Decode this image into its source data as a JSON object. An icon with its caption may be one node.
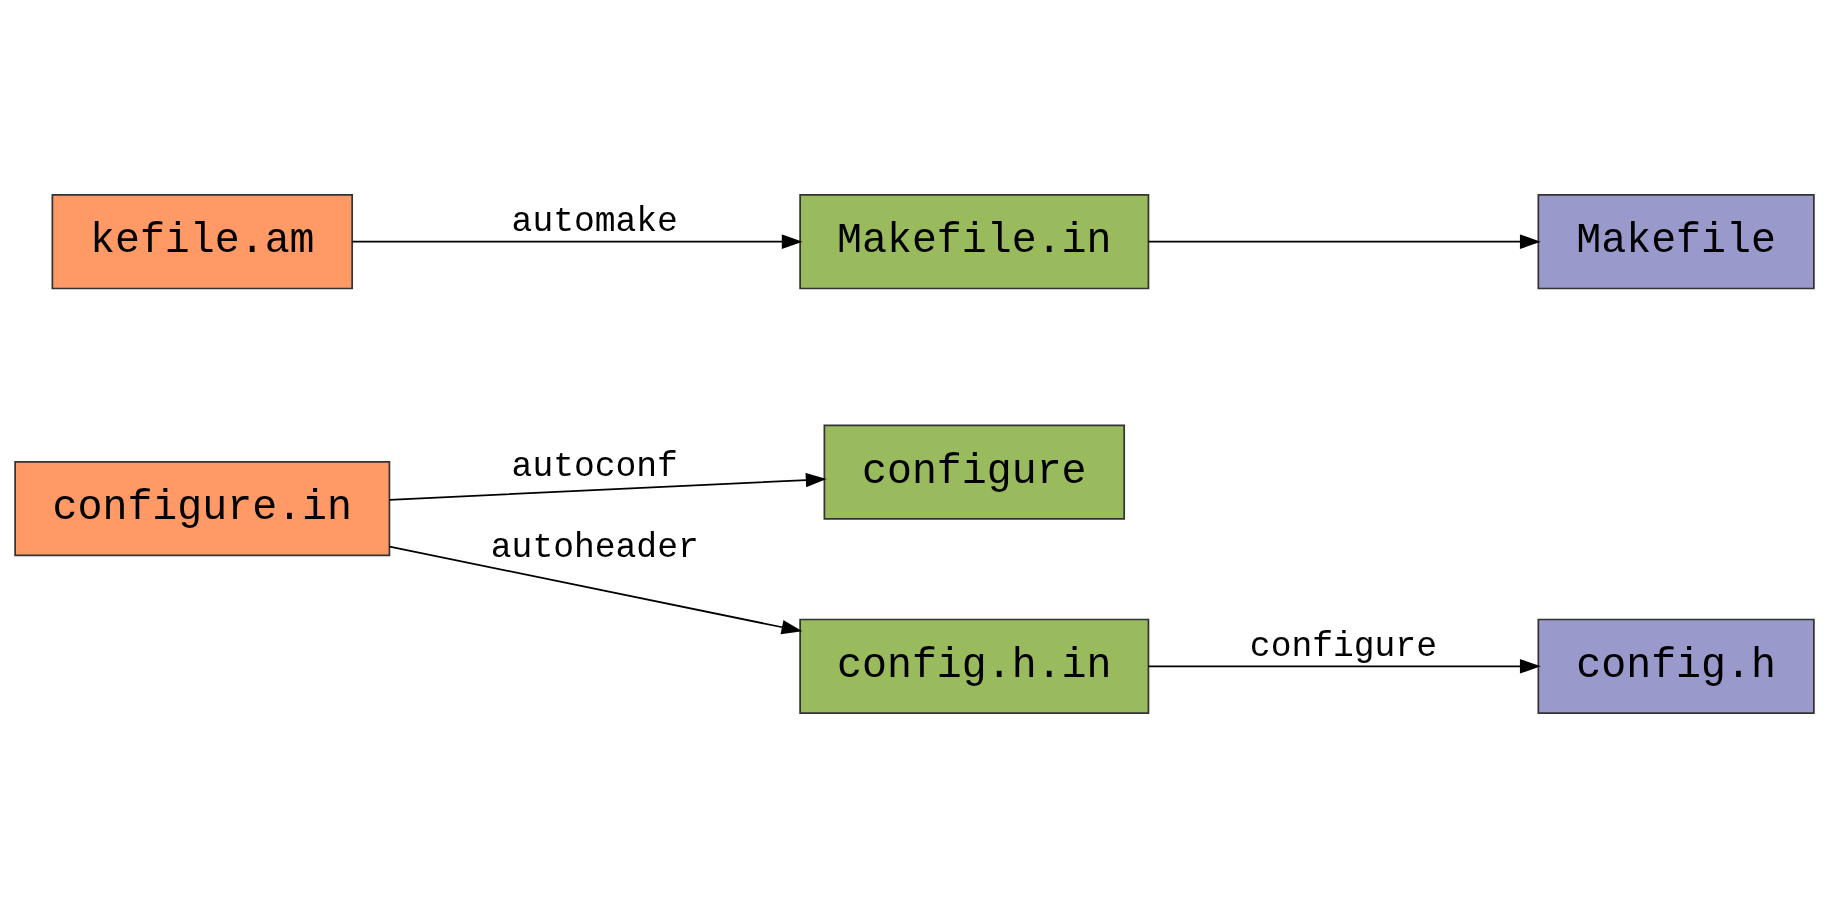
{
  "diagram": {
    "nodes": [
      {
        "text": [
          "configure.in"
        ]
      },
      {
        "text": [
          "configure"
        ]
      },
      {
        "text": [
          "config.h.in"
        ]
      },
      {
        "text": [
          "kefile.am"
        ]
      },
      {
        "text": [
          "Makefile.in"
        ]
      },
      {
        "text": [
          "Makefile"
        ]
      },
      {
        "text": [
          "config.h"
        ]
      }
    ],
    "edges": [
      {
        "from": 0,
        "to": 1,
        "arrow": "to",
        "label": "autoconf"
      },
      {
        "from": 0,
        "to": 2,
        "arrow": "to",
        "label": "autoheader"
      },
      {
        "from": 3,
        "to": 4,
        "arrow": "to",
        "label": "automake"
      },
      {
        "from": 4,
        "to": 5,
        "arrow": "to"
      },
      {
        "from": 2,
        "to": 6,
        "arrow": "to",
        "label": "configure"
      }
    ]
  }
}
